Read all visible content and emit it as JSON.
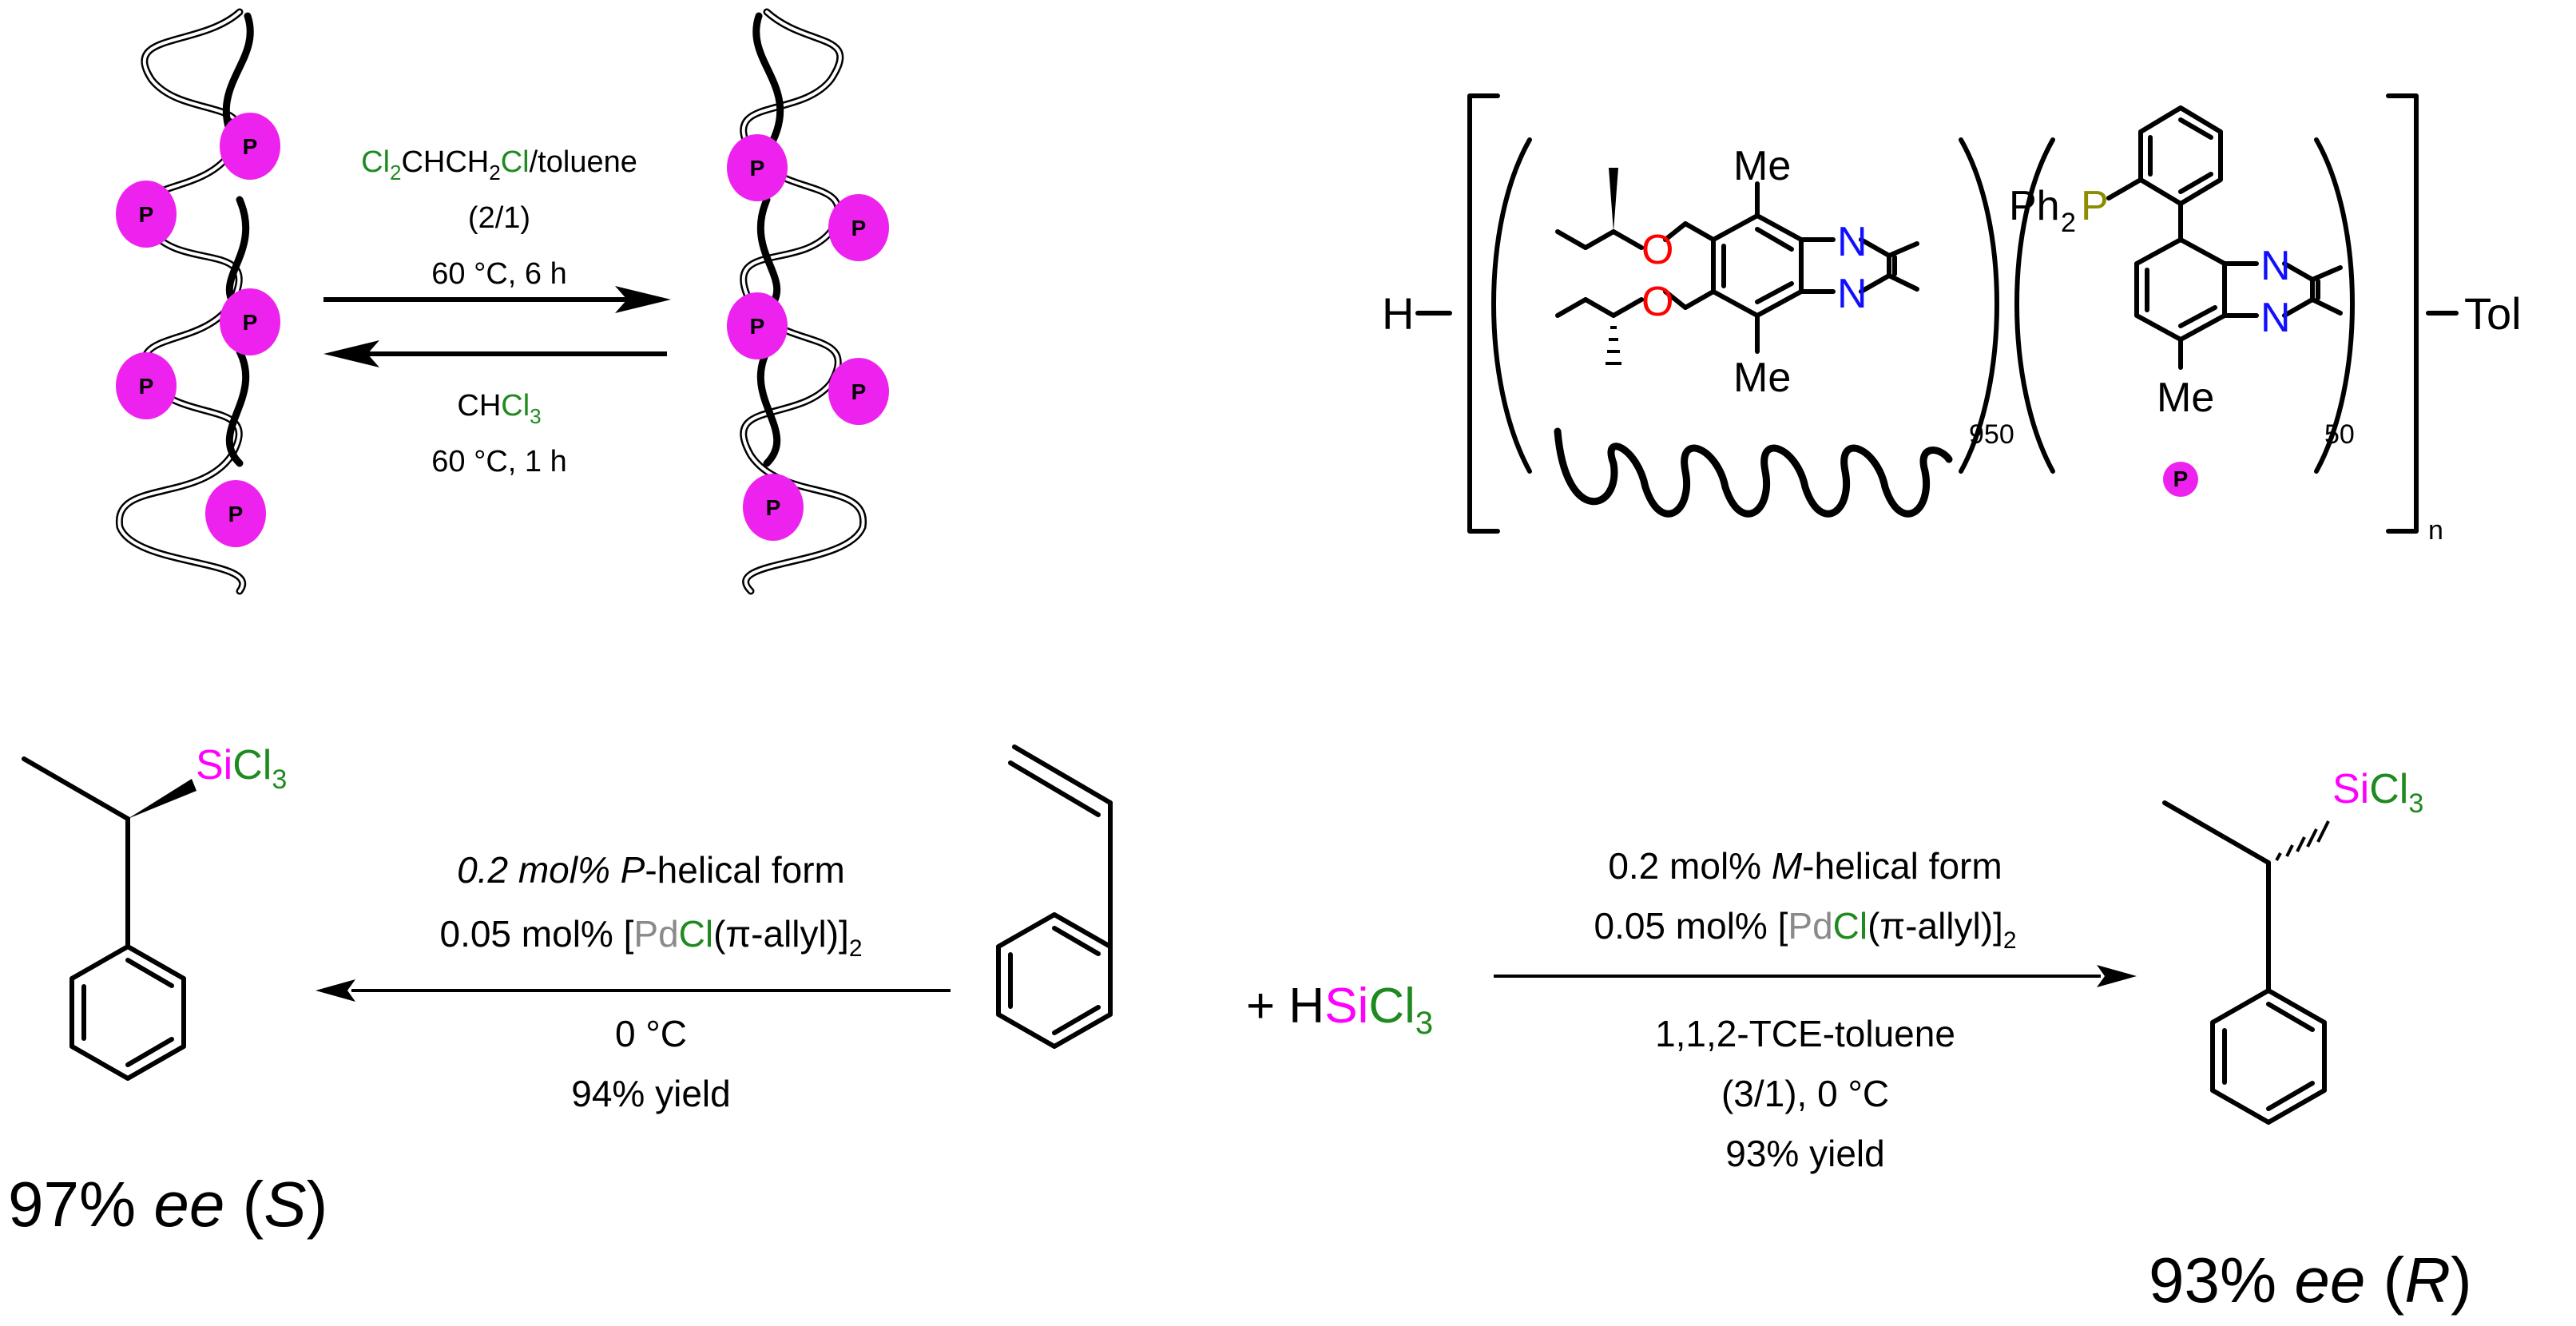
{
  "helix_marker": "P",
  "top_conditions": {
    "fwd_solvent": [
      "Cl",
      "2",
      "CHCH",
      "2",
      "Cl",
      "/toluene"
    ],
    "fwd_ratio": "(2/1)",
    "fwd_temp": "60 °C, 6 h",
    "rev_solvent": [
      "CH",
      "Cl",
      "3"
    ],
    "rev_temp": "60 °C, 1 h"
  },
  "polymer": {
    "h": "H",
    "me": "Me",
    "o": "O",
    "n": "N",
    "ph2": "Ph",
    "ph2_sub": "2",
    "p": "P",
    "rep1": "950",
    "rep2": "50",
    "n_sub": "n",
    "end": "Tol"
  },
  "bottom": {
    "sicl3_si": "Si",
    "sicl3_cl": "Cl",
    "sicl3_3": "3",
    "reagent_prefix": "+ H",
    "left_cond1_a": "0.2 mol% ",
    "left_cond1_b": "P",
    "left_cond1_c": "-helical form",
    "left_cond2": [
      "0.05 mol% [",
      "Pd",
      "Cl",
      "(π-allyl)]",
      "2"
    ],
    "left_cond3": "0 °C",
    "left_cond4": "94% yield",
    "right_cond1_a": "0.2 mol% ",
    "right_cond1_b": "M",
    "right_cond1_c": "-helical form",
    "right_cond2": [
      "0.05 mol% [",
      "Pd",
      "Cl",
      "(π-allyl)]",
      "2"
    ],
    "right_cond3": "1,1,2-TCE-toluene",
    "right_cond4": "(3/1), 0 °C",
    "right_cond5": "93% yield",
    "left_ee_a": "97% ",
    "left_ee_b": "ee",
    "left_ee_c": " (",
    "left_ee_d": "S",
    "left_ee_e": ")",
    "right_ee_a": "93% ",
    "right_ee_b": "ee",
    "right_ee_c": " (",
    "right_ee_d": "R",
    "right_ee_e": ")"
  }
}
